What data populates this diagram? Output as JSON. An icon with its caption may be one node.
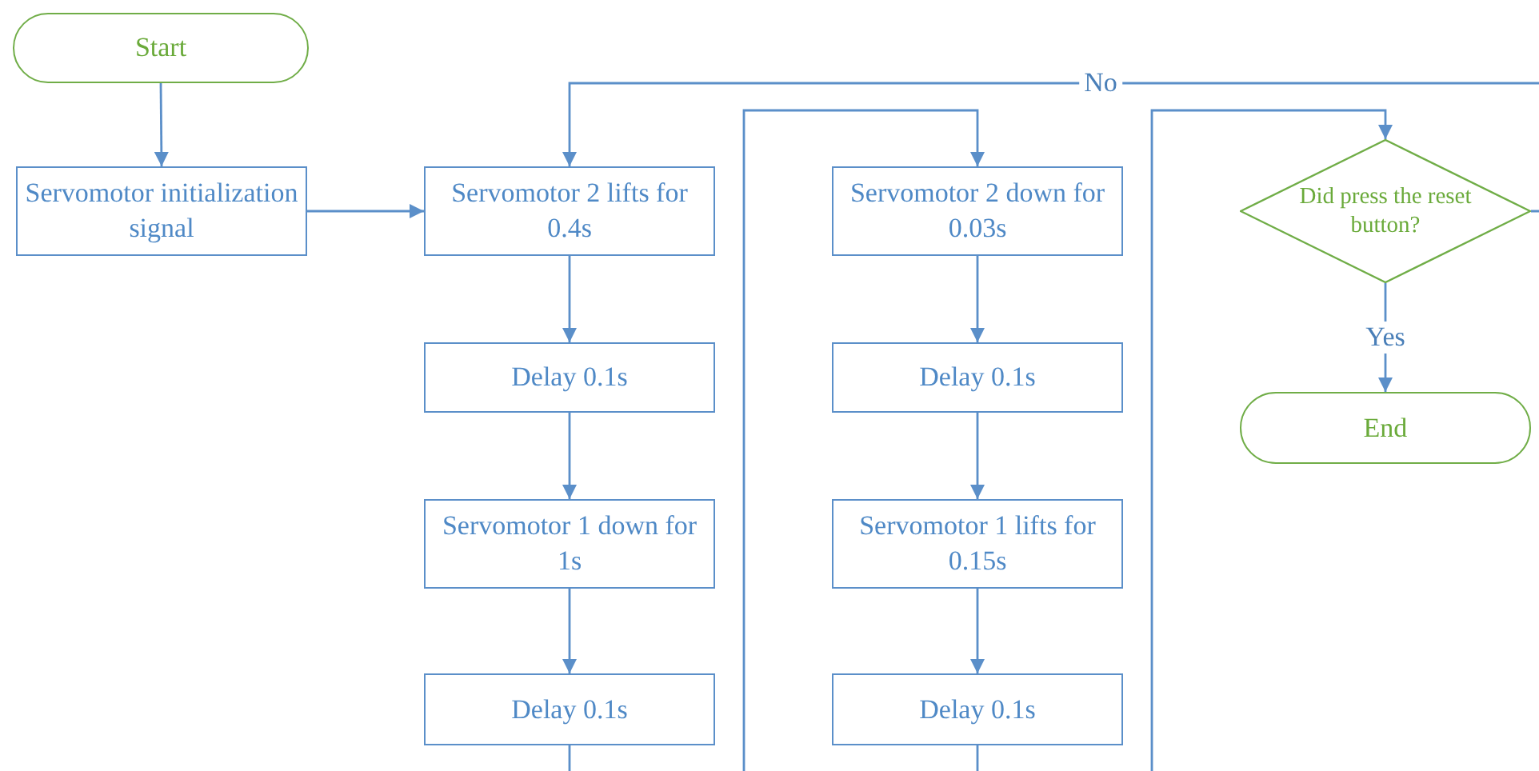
{
  "diagram": {
    "nodes": [
      {
        "text": [
          "Start"
        ]
      },
      {
        "text": [
          "Servomotor initialization signal"
        ]
      },
      {
        "text": [
          "Servomotor 2 lifts for 0.4s"
        ]
      },
      {
        "text": [
          "Delay 0.1s"
        ]
      },
      {
        "text": [
          "Servomotor 1 down for 1s"
        ]
      },
      {
        "text": [
          "Delay 0.1s"
        ]
      },
      {
        "text": [
          "Servomotor 2 down for 0.03s"
        ]
      },
      {
        "text": [
          "Delay 0.1s"
        ]
      },
      {
        "text": [
          "Servomotor 1 lifts for 0.15s"
        ]
      },
      {
        "text": [
          "Delay 0.1s"
        ]
      },
      {
        "text": [
          "Did press the reset button?"
        ]
      },
      {
        "text": [
          "End"
        ]
      }
    ],
    "edges": [
      {
        "from": 0,
        "to": 1,
        "arrow": "to"
      },
      {
        "from": 1,
        "to": 2,
        "arrow": "to"
      },
      {
        "from": 2,
        "to": 3,
        "arrow": "to"
      },
      {
        "from": 3,
        "to": 4,
        "arrow": "to"
      },
      {
        "from": 4,
        "to": 5,
        "arrow": "to"
      },
      {
        "from": 5,
        "to": 6,
        "arrow": "to"
      },
      {
        "from": 6,
        "to": 7,
        "arrow": "to"
      },
      {
        "from": 7,
        "to": 8,
        "arrow": "to"
      },
      {
        "from": 8,
        "to": 9,
        "arrow": "to"
      },
      {
        "from": 9,
        "to": 10,
        "arrow": "to"
      },
      {
        "from": 10,
        "to": 2,
        "arrow": "to",
        "label": "No"
      },
      {
        "from": 10,
        "to": 11,
        "arrow": "to",
        "label": "Yes"
      }
    ]
  }
}
